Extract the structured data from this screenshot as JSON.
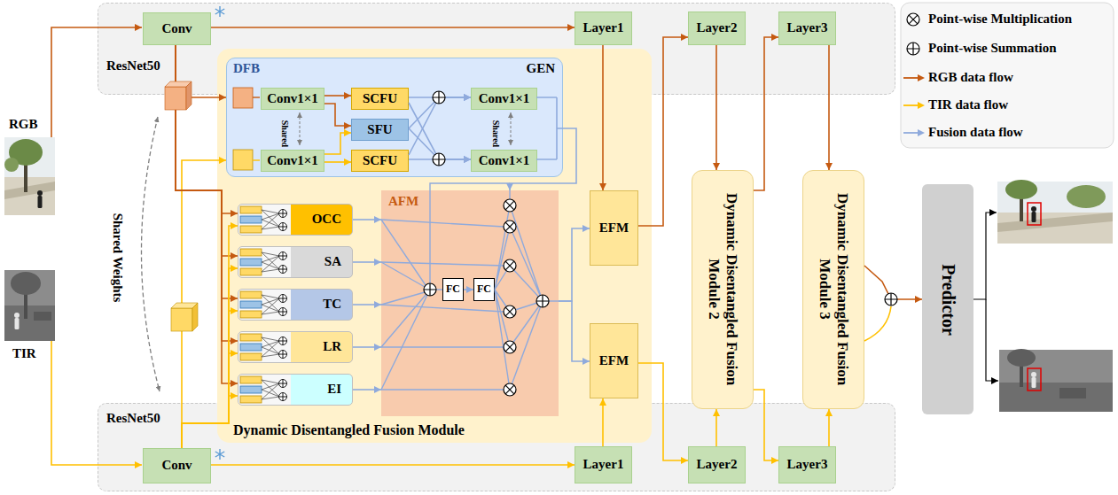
{
  "diagram": {
    "nodes": [
      {
        "text": [
          "ResNet50"
        ]
      },
      {
        "text": [
          "Conv"
        ],
        "in": 0
      },
      {
        "text": [
          "Layer1"
        ],
        "in": 0
      },
      {
        "text": [
          "Layer2"
        ],
        "in": 0
      },
      {
        "text": [
          "Layer3"
        ],
        "in": 0
      },
      {
        "text": [
          "ResNet50"
        ]
      },
      {
        "text": [
          "Conv"
        ],
        "in": 5
      },
      {
        "text": [
          "Layer1"
        ],
        "in": 5
      },
      {
        "text": [
          "Layer2"
        ],
        "in": 5
      },
      {
        "text": [
          "Layer3"
        ],
        "in": 5
      },
      {
        "text": [
          "Dynamic Disentangled Fusion Module"
        ]
      },
      {
        "text": [
          "DFB",
          "GEN"
        ],
        "in": 10
      },
      {
        "text": [
          "Conv1×1"
        ],
        "in": 11
      },
      {
        "text": [
          "Conv1×1"
        ],
        "in": 11
      },
      {
        "text": [
          "SCFU"
        ],
        "in": 11
      },
      {
        "text": [
          "SFU"
        ],
        "in": 11
      },
      {
        "text": [
          "SCFU"
        ],
        "in": 11
      },
      {
        "text": [
          "Conv1×1"
        ],
        "in": 11
      },
      {
        "text": [
          "Conv1×1"
        ],
        "in": 11
      },
      {
        "text": [
          "OCC"
        ],
        "in": 10
      },
      {
        "text": [
          "SA"
        ],
        "in": 10
      },
      {
        "text": [
          "TC"
        ],
        "in": 10
      },
      {
        "text": [
          "LR"
        ],
        "in": 10
      },
      {
        "text": [
          "EI"
        ],
        "in": 10
      },
      {
        "text": [
          "AFM"
        ],
        "in": 10
      },
      {
        "text": [
          "FC"
        ],
        "in": 24
      },
      {
        "text": [
          "FC"
        ],
        "in": 24
      },
      {
        "text": [
          "EFM"
        ],
        "in": 10
      },
      {
        "text": [
          "EFM"
        ],
        "in": 10
      },
      {
        "text": [
          "Dynamic Disentangled Fusion Module 2"
        ]
      },
      {
        "text": [
          "Dynamic Disentangled Fusion Module 3"
        ]
      },
      {
        "text": [
          "Predictor"
        ]
      }
    ],
    "edges": [
      {
        "from": 1,
        "to": 2,
        "arrow": "to"
      },
      {
        "from": 2,
        "to": 27,
        "arrow": "to"
      },
      {
        "from": 27,
        "to": 3,
        "arrow": "to"
      },
      {
        "from": 3,
        "to": 29,
        "arrow": "to"
      },
      {
        "from": 29,
        "to": 4,
        "arrow": "to"
      },
      {
        "from": 4,
        "to": 30,
        "arrow": "to"
      },
      {
        "from": 30,
        "to": 31,
        "arrow": "to"
      },
      {
        "from": 6,
        "to": 7,
        "arrow": "to"
      },
      {
        "from": 7,
        "to": 28,
        "arrow": "to"
      },
      {
        "from": 28,
        "to": 8,
        "arrow": "to"
      },
      {
        "from": 8,
        "to": 29,
        "arrow": "to"
      },
      {
        "from": 29,
        "to": 9,
        "arrow": "to"
      },
      {
        "from": 9,
        "to": 30,
        "arrow": "to"
      },
      {
        "from": 1,
        "to": 11,
        "arrow": "to"
      },
      {
        "from": 6,
        "to": 11,
        "arrow": "to"
      },
      {
        "from": 1,
        "to": 19,
        "arrow": "to"
      },
      {
        "from": 1,
        "to": 20,
        "arrow": "to"
      },
      {
        "from": 1,
        "to": 21,
        "arrow": "to"
      },
      {
        "from": 1,
        "to": 22,
        "arrow": "to"
      },
      {
        "from": 1,
        "to": 23,
        "arrow": "to"
      },
      {
        "from": 6,
        "to": 19,
        "arrow": "to"
      },
      {
        "from": 6,
        "to": 20,
        "arrow": "to"
      },
      {
        "from": 6,
        "to": 21,
        "arrow": "to"
      },
      {
        "from": 6,
        "to": 22,
        "arrow": "to"
      },
      {
        "from": 6,
        "to": 23,
        "arrow": "to"
      },
      {
        "from": 12,
        "to": 14,
        "arrow": "to"
      },
      {
        "from": 12,
        "to": 15,
        "arrow": "to"
      },
      {
        "from": 13,
        "to": 15,
        "arrow": "to"
      },
      {
        "from": 13,
        "to": 16,
        "arrow": "to"
      },
      {
        "from": 14,
        "to": 17,
        "arrow": "to"
      },
      {
        "from": 14,
        "to": 18,
        "arrow": "to"
      },
      {
        "from": 15,
        "to": 17,
        "arrow": "to"
      },
      {
        "from": 15,
        "to": 18,
        "arrow": "to"
      },
      {
        "from": 16,
        "to": 17,
        "arrow": "to"
      },
      {
        "from": 16,
        "to": 18,
        "arrow": "to"
      },
      {
        "from": 11,
        "to": 24,
        "arrow": "to"
      },
      {
        "from": 19,
        "to": 24,
        "arrow": "to"
      },
      {
        "from": 20,
        "to": 24,
        "arrow": "to"
      },
      {
        "from": 21,
        "to": 24,
        "arrow": "to"
      },
      {
        "from": 22,
        "to": 24,
        "arrow": "to"
      },
      {
        "from": 23,
        "to": 24,
        "arrow": "to"
      },
      {
        "from": 25,
        "to": 26,
        "arrow": "to"
      },
      {
        "from": 24,
        "to": 27,
        "arrow": "to"
      },
      {
        "from": 24,
        "to": 28,
        "arrow": "to"
      }
    ],
    "labels": [
      "RGB",
      "TIR",
      "Shared Weights",
      "Shared",
      "Shared"
    ],
    "legend": [
      {
        "text": "Point-wise Multiplication"
      },
      {
        "text": "Point-wise Summation"
      },
      {
        "text": "RGB data flow"
      },
      {
        "text": "TIR data flow"
      },
      {
        "text": "Fusion data flow"
      }
    ]
  }
}
